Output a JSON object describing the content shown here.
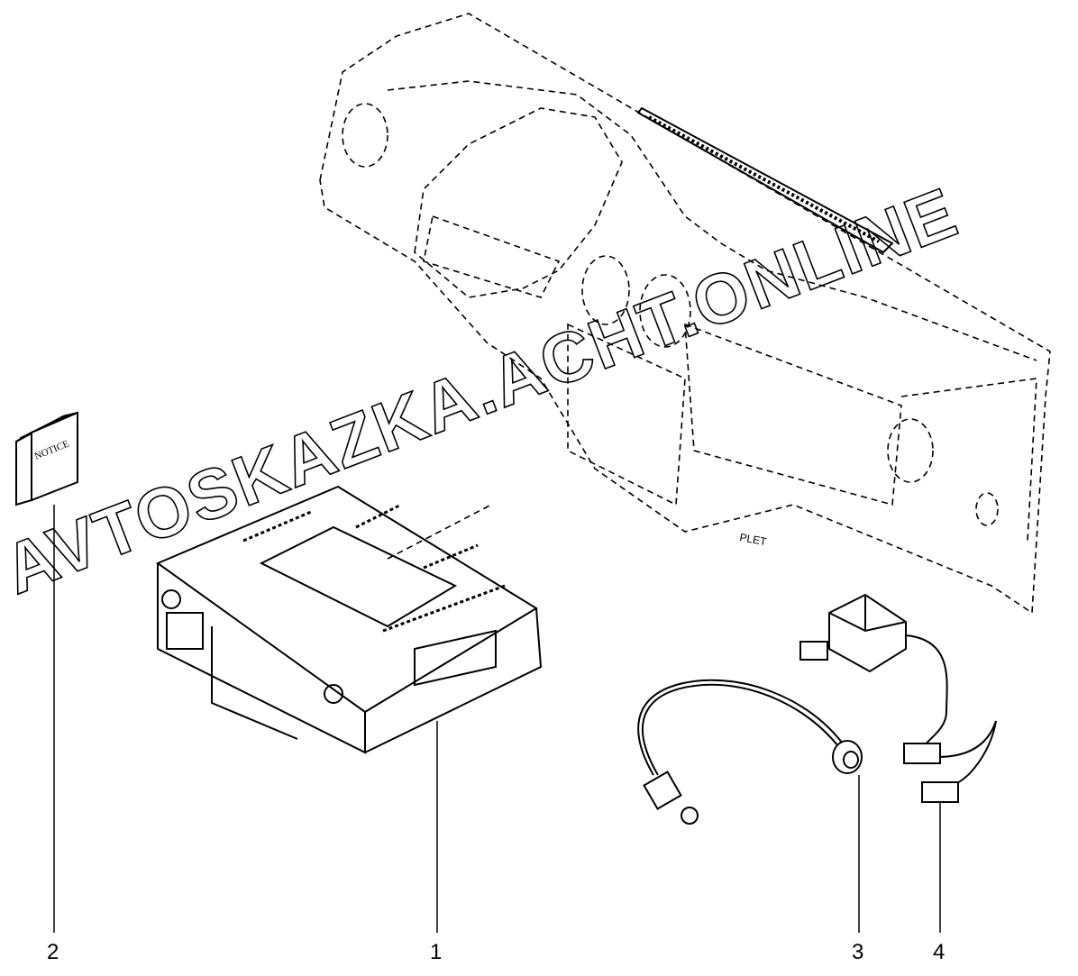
{
  "diagram": {
    "booklet_label": "NOTICE",
    "dashboard_label": "PLET",
    "watermark": "AVTOSKAZKA.ACHT.ONLINE",
    "callouts": [
      {
        "id": "1",
        "part": "radio-unit"
      },
      {
        "id": "2",
        "part": "notice-booklet"
      },
      {
        "id": "3",
        "part": "antenna-cable"
      },
      {
        "id": "4",
        "part": "wiring-harness"
      }
    ],
    "colors": {
      "line": "#000000",
      "background": "#ffffff"
    }
  }
}
